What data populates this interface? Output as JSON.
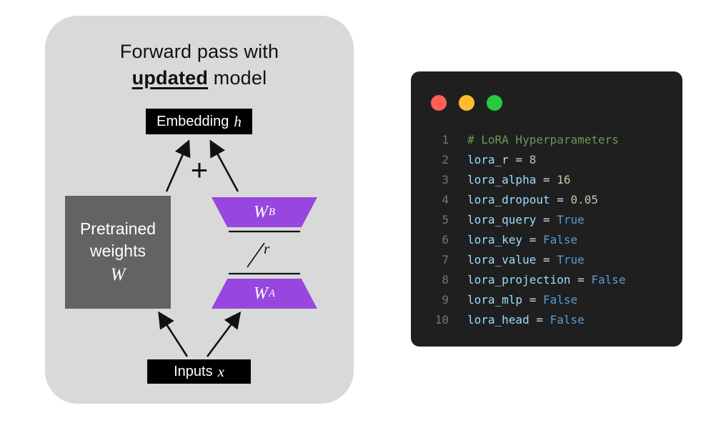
{
  "colors": {
    "panel-gray": "#d9d9d9",
    "pretrained-gray": "#636363",
    "lora-purple": "#9747e0",
    "box-black": "#000000",
    "window-bg": "#1f1f1f",
    "traffic-red": "#ff5f56",
    "traffic-yellow": "#ffbd2e",
    "traffic-green": "#27c93f",
    "code-comment": "#6a9955",
    "code-var": "#9cdcfe",
    "code-num": "#b5cea8",
    "code-bool": "#569cd6",
    "code-plain": "#d4d4d4",
    "line-num": "#6e7681"
  },
  "diagram": {
    "title": {
      "line1": "Forward pass with",
      "emphasis": "updated",
      "line2_rest": " model"
    },
    "embedding": {
      "label": "Embedding",
      "var": "h"
    },
    "plus": "+",
    "pretrained": {
      "line1": "Pretrained",
      "line2": "weights",
      "var": "W"
    },
    "wb": {
      "base": "W",
      "sub": "B"
    },
    "wa": {
      "base": "W",
      "sub": "A"
    },
    "rank": "r",
    "inputs": {
      "label": "Inputs",
      "var": "x"
    }
  },
  "code_window": {
    "lines": [
      {
        "num": "1",
        "tokens": [
          {
            "t": "# LoRA Hyperparameters",
            "c": "comment"
          }
        ]
      },
      {
        "num": "2",
        "tokens": [
          {
            "t": "lora_r",
            "c": "var"
          },
          {
            "t": " = ",
            "c": "plain"
          },
          {
            "t": "8",
            "c": "num"
          }
        ]
      },
      {
        "num": "3",
        "tokens": [
          {
            "t": "lora_alpha",
            "c": "var"
          },
          {
            "t": " = ",
            "c": "plain"
          },
          {
            "t": "16",
            "c": "num"
          }
        ]
      },
      {
        "num": "4",
        "tokens": [
          {
            "t": "lora_dropout",
            "c": "var"
          },
          {
            "t": " = ",
            "c": "plain"
          },
          {
            "t": "0.05",
            "c": "num"
          }
        ]
      },
      {
        "num": "5",
        "tokens": [
          {
            "t": "lora_query",
            "c": "var"
          },
          {
            "t": " = ",
            "c": "plain"
          },
          {
            "t": "True",
            "c": "bool"
          }
        ]
      },
      {
        "num": "6",
        "tokens": [
          {
            "t": "lora_key",
            "c": "var"
          },
          {
            "t": " = ",
            "c": "plain"
          },
          {
            "t": "False",
            "c": "bool"
          }
        ]
      },
      {
        "num": "7",
        "tokens": [
          {
            "t": "lora_value",
            "c": "var"
          },
          {
            "t": " = ",
            "c": "plain"
          },
          {
            "t": "True",
            "c": "bool"
          }
        ]
      },
      {
        "num": "8",
        "tokens": [
          {
            "t": "lora_projection",
            "c": "var"
          },
          {
            "t": " = ",
            "c": "plain"
          },
          {
            "t": "False",
            "c": "bool"
          }
        ]
      },
      {
        "num": "9",
        "tokens": [
          {
            "t": "lora_mlp",
            "c": "var"
          },
          {
            "t": " = ",
            "c": "plain"
          },
          {
            "t": "False",
            "c": "bool"
          }
        ]
      },
      {
        "num": "10",
        "tokens": [
          {
            "t": "lora_head",
            "c": "var"
          },
          {
            "t": " = ",
            "c": "plain"
          },
          {
            "t": "False",
            "c": "bool"
          }
        ]
      }
    ]
  }
}
